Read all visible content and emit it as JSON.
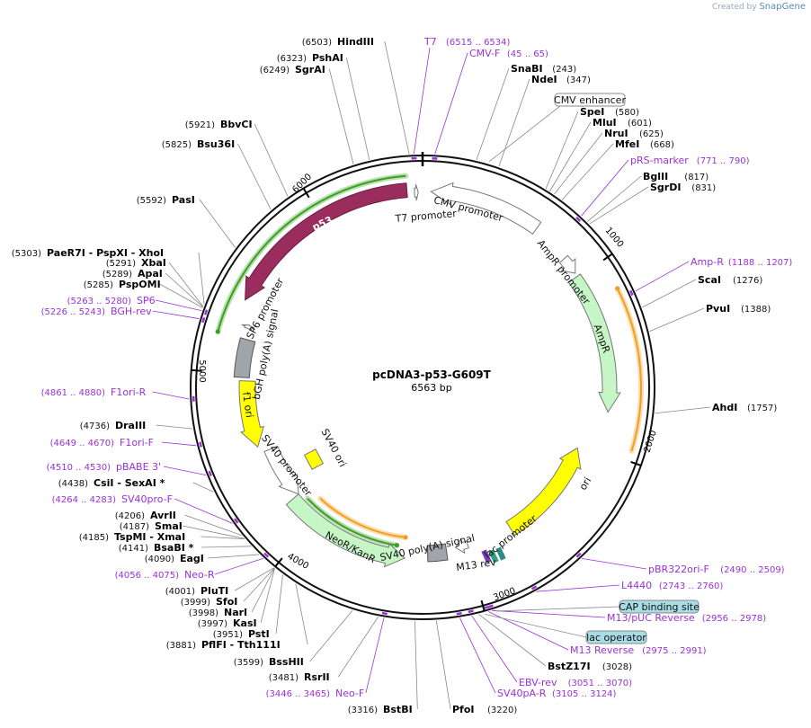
{
  "credit": {
    "prefix": "Created by",
    "brand": "SnapGene"
  },
  "plasmid": {
    "name": "pcDNA3-p53-G609T",
    "length_label": "6563 bp",
    "length": 6563
  },
  "tick_labels": [
    "1000",
    "2000",
    "3000",
    "4000",
    "5000",
    "6000"
  ],
  "colors": {
    "p53": "#9b2c5e",
    "promoter": "#ffffff",
    "ampr": "#c6f5c6",
    "neor": "#c6f5c6",
    "ori": "#ffff00",
    "f1ori": "#ffff00",
    "sv40ori": "#ffff00",
    "polyA": "#a0a4ab",
    "primer": "#9b30d9",
    "orf_orange": "#f0a020",
    "orf_green": "#3aa020",
    "cap_box": "#a8dde6",
    "lac_operator": "#2e8b8b"
  },
  "features": [
    {
      "name": "p53",
      "start": 5400,
      "end": 6480,
      "dir": -1,
      "type": "p53"
    },
    {
      "name": "CMV promoter",
      "start": 45,
      "end": 650,
      "dir": -1,
      "type": "promoter"
    },
    {
      "name": "T7 promoter",
      "start": 6520,
      "end": 6540,
      "dir": 1,
      "type": "promoter"
    },
    {
      "name": "AmpR promoter",
      "start": 870,
      "end": 970,
      "dir": 1,
      "type": "promoter"
    },
    {
      "name": "AmpR",
      "start": 990,
      "end": 1780,
      "dir": 1,
      "type": "ampr"
    },
    {
      "name": "ori",
      "start": 2030,
      "end": 2700,
      "dir": -1,
      "type": "ori"
    },
    {
      "name": "SP6 promoter",
      "start": 5262,
      "end": 5282,
      "dir": 1,
      "type": "promoter"
    },
    {
      "name": "bGH poly(A) signal",
      "start": 4980,
      "end": 5200,
      "dir": 1,
      "type": "polyA"
    },
    {
      "name": "f1 ori",
      "start": 4560,
      "end": 4960,
      "dir": -1,
      "type": "f1ori"
    },
    {
      "name": "SV40 promoter",
      "start": 4180,
      "end": 4520,
      "dir": -1,
      "type": "promoter"
    },
    {
      "name": "NeoR/KanR",
      "start": 3390,
      "end": 4180,
      "dir": -1,
      "type": "neor"
    },
    {
      "name": "SV40 poly(A) signal",
      "start": 3130,
      "end": 3250,
      "dir": 1,
      "type": "polyA"
    },
    {
      "name": "lac promoter",
      "start": 2990,
      "end": 3070,
      "dir": 1,
      "type": "promoter"
    }
  ],
  "feature_labels": [
    {
      "text": "CMV promoter"
    },
    {
      "text": "T7 promoter"
    },
    {
      "text": "p53"
    },
    {
      "text": "AmpR promoter"
    },
    {
      "text": "AmpR"
    },
    {
      "text": "ori"
    },
    {
      "text": "SP6 promoter"
    },
    {
      "text": "bGH poly(A) signal"
    },
    {
      "text": "f1 ori"
    },
    {
      "text": "SV40 promoter"
    },
    {
      "text": "SV40 ori"
    },
    {
      "text": "NeoR/KanR"
    },
    {
      "text": "SV40 poly(A) signal"
    },
    {
      "text": "M13 rev"
    },
    {
      "text": "lac promoter"
    }
  ],
  "orf_arcs": [
    {
      "start": 5200,
      "end": 6480,
      "color": "orf_green"
    },
    {
      "start": 1150,
      "end": 1950,
      "color": "orf_orange"
    },
    {
      "start": 3450,
      "end": 4120,
      "color": "orf_green"
    },
    {
      "start": 3400,
      "end": 4060,
      "color": "orf_orange"
    }
  ],
  "enzymes": [
    {
      "name": "HindIII",
      "pos": "(6503)",
      "site": 6503
    },
    {
      "name": "PshAI",
      "pos": "(6323)",
      "site": 6323
    },
    {
      "name": "SgrAI",
      "pos": "(6249)",
      "site": 6249
    },
    {
      "name": "BbvCI",
      "pos": "(5921)",
      "site": 5921
    },
    {
      "name": "Bsu36I",
      "pos": "(5825)",
      "site": 5825
    },
    {
      "name": "PasI",
      "pos": "(5592)",
      "site": 5592
    },
    {
      "name": "PaeR7I  - PspXI  - XhoI",
      "pos": "(5303)",
      "site": 5303
    },
    {
      "name": "XbaI",
      "pos": "(5291)",
      "site": 5291
    },
    {
      "name": "ApaI",
      "pos": "(5289)",
      "site": 5289
    },
    {
      "name": "PspOMI",
      "pos": "(5285)",
      "site": 5285
    },
    {
      "name": "DraIII",
      "pos": "(4736)",
      "site": 4736
    },
    {
      "name": "CsiI  - SexAI *",
      "pos": "(4438)",
      "site": 4438
    },
    {
      "name": "AvrII",
      "pos": "(4206)",
      "site": 4206
    },
    {
      "name": "SmaI",
      "pos": "(4187)",
      "site": 4187
    },
    {
      "name": "TspMI  - XmaI",
      "pos": "(4185)",
      "site": 4185
    },
    {
      "name": "BsaBI *",
      "pos": "(4141)",
      "site": 4141
    },
    {
      "name": "EagI",
      "pos": "(4090)",
      "site": 4090
    },
    {
      "name": "PluTI",
      "pos": "(4001)",
      "site": 4001
    },
    {
      "name": "SfoI",
      "pos": "(3999)",
      "site": 3999
    },
    {
      "name": "NarI",
      "pos": "(3998)",
      "site": 3998
    },
    {
      "name": "KasI",
      "pos": "(3997)",
      "site": 3997
    },
    {
      "name": "PstI",
      "pos": "(3951)",
      "site": 3951
    },
    {
      "name": "PflFI  - Tth111I",
      "pos": "(3881)",
      "site": 3881
    },
    {
      "name": "BssHII",
      "pos": "(3599)",
      "site": 3599
    },
    {
      "name": "RsrII",
      "pos": "(3481)",
      "site": 3481
    },
    {
      "name": "BstBI",
      "pos": "(3316)",
      "site": 3316
    },
    {
      "name": "PfoI",
      "pos": "(3220)",
      "site": 3220
    },
    {
      "name": "BstZ17I",
      "pos": "(3028)",
      "site": 3028
    },
    {
      "name": "AhdI",
      "pos": "(1757)",
      "site": 1757
    },
    {
      "name": "PvuI",
      "pos": "(1388)",
      "site": 1388
    },
    {
      "name": "ScaI",
      "pos": "(1276)",
      "site": 1276
    },
    {
      "name": "SgrDI",
      "pos": "(831)",
      "site": 831
    },
    {
      "name": "BglII",
      "pos": "(817)",
      "site": 817
    },
    {
      "name": "MfeI",
      "pos": "(668)",
      "site": 668
    },
    {
      "name": "NruI",
      "pos": "(625)",
      "site": 625
    },
    {
      "name": "MluI",
      "pos": "(601)",
      "site": 601
    },
    {
      "name": "SpeI",
      "pos": "(580)",
      "site": 580
    },
    {
      "name": "NdeI",
      "pos": "(347)",
      "site": 347
    },
    {
      "name": "SnaBI",
      "pos": "(243)",
      "site": 243
    }
  ],
  "primers": [
    {
      "name": "T7",
      "pos": "(6515 .. 6534)",
      "site": 6524
    },
    {
      "name": "CMV-F",
      "pos": "(45 .. 65)",
      "site": 55
    },
    {
      "name": "pRS-marker",
      "pos": "(771 .. 790)",
      "site": 780
    },
    {
      "name": "Amp-R",
      "pos": "(1188 .. 1207)",
      "site": 1197
    },
    {
      "name": "SP6",
      "pos": "(5263 .. 5280)",
      "site": 5271
    },
    {
      "name": "BGH-rev",
      "pos": "(5226 .. 5243)",
      "site": 5234
    },
    {
      "name": "F1ori-R",
      "pos": "(4861 .. 4880)",
      "site": 4870
    },
    {
      "name": "F1ori-F",
      "pos": "(4649 .. 4670)",
      "site": 4659
    },
    {
      "name": "pBABE 3'",
      "pos": "(4510 .. 4530)",
      "site": 4520
    },
    {
      "name": "SV40pro-F",
      "pos": "(4264 .. 4283)",
      "site": 4273
    },
    {
      "name": "Neo-R",
      "pos": "(4056 .. 4075)",
      "site": 4065
    },
    {
      "name": "Neo-F",
      "pos": "(3446 .. 3465)",
      "site": 3455
    },
    {
      "name": "SV40pA-R",
      "pos": "(3105 .. 3124)",
      "site": 3114
    },
    {
      "name": "EBV-rev",
      "pos": "(3051 .. 3070)",
      "site": 3060
    },
    {
      "name": "M13 Reverse",
      "pos": "(2975 .. 2991)",
      "site": 2983
    },
    {
      "name": "M13/pUC Reverse",
      "pos": "(2956 .. 2978)",
      "site": 2967
    },
    {
      "name": "L4440",
      "pos": "(2743 .. 2760)",
      "site": 2751
    },
    {
      "name": "pBR322ori-F",
      "pos": "(2490 .. 2509)",
      "site": 2499
    }
  ],
  "boxes": [
    {
      "name": "CMV enhancer",
      "site": 300,
      "style": "plain"
    },
    {
      "name": "CAP binding site",
      "site": 2950,
      "style": "cap"
    },
    {
      "name": "lac operator",
      "site": 3000,
      "style": "cap"
    }
  ]
}
